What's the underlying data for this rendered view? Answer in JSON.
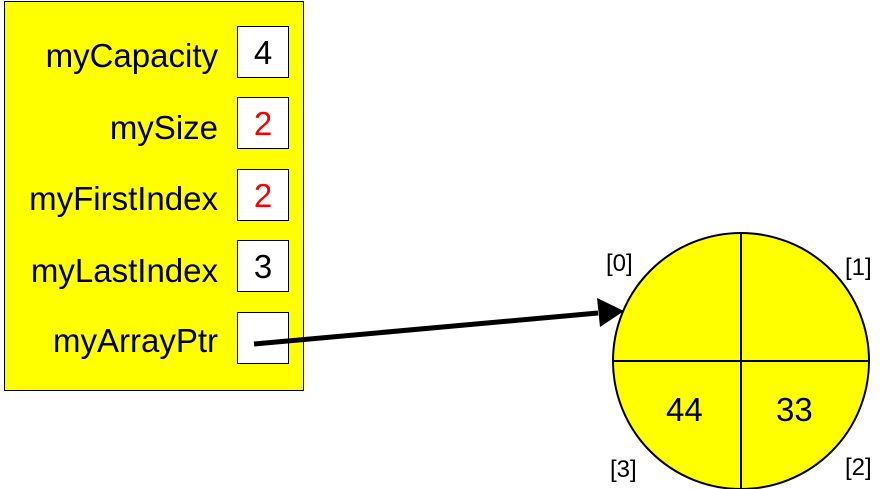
{
  "fields": [
    {
      "label": "myCapacity",
      "value": "4",
      "value_color": "#000000"
    },
    {
      "label": "mySize",
      "value": "2",
      "value_color": "#ff0000"
    },
    {
      "label": "myFirstIndex",
      "value": "2",
      "value_color": "#ff0000"
    },
    {
      "label": "myLastIndex",
      "value": "3",
      "value_color": "#000000"
    },
    {
      "label": "myArrayPtr",
      "value": "",
      "value_color": "#000000"
    }
  ],
  "array": {
    "indices": [
      "[0]",
      "[1]",
      "[2]",
      "[3]"
    ],
    "cells": [
      "",
      "",
      "33",
      "44"
    ]
  },
  "colors": {
    "fill": "#ffff00",
    "stroke": "#000000",
    "highlight": "#ff0000"
  }
}
